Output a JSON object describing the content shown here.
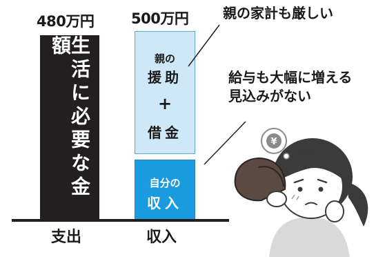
{
  "bars": {
    "expense_amount": "480万円",
    "expense_label": "生活に必要な金額",
    "support_amount": "500万円",
    "support_line1": "親の",
    "support_line2": "援助",
    "support_plus": "+",
    "support_line3": "借金",
    "income_line1": "自分の",
    "income_line2": "収入"
  },
  "categories": {
    "expense": "支出",
    "income": "収入"
  },
  "notes": {
    "parents": "親の家計も厳しい",
    "income_line1": "給与も大幅に増える",
    "income_line2": "見込みがない"
  },
  "illustration": {
    "coin_symbol": "¥"
  },
  "colors": {
    "expense_bar": "#231f20",
    "support_bar": "#cfe8f8",
    "income_bar": "#1a9be0"
  }
}
